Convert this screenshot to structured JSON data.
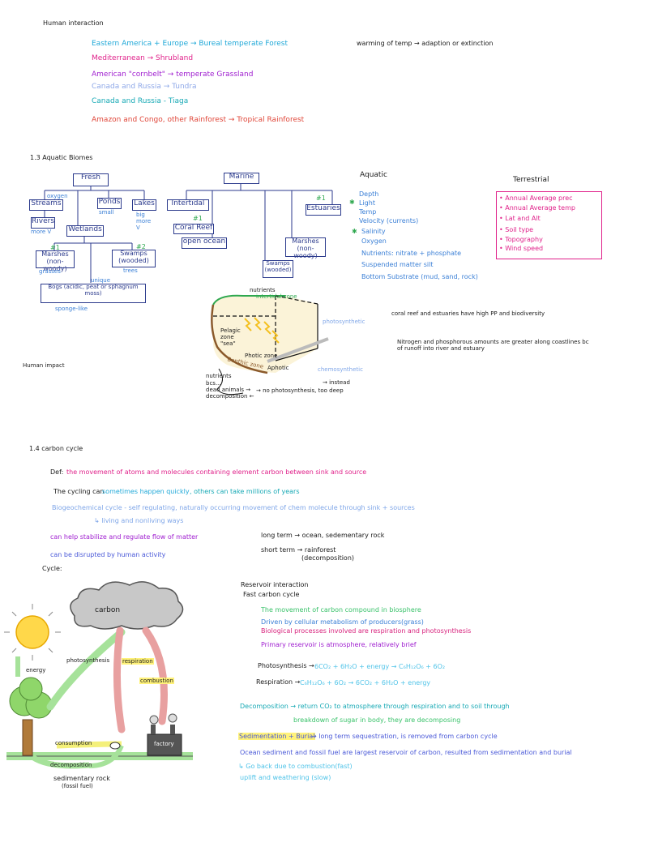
{
  "human_interaction": {
    "heading": "Human interaction",
    "lines": [
      "Eastern America + Europe → Bureal temperate Forest",
      "Mediterranean → Shrubland",
      "American \"cornbelt\" → temperate Grassland",
      "Canada and Russia → Tundra",
      "Canada and Russia - Tiaga",
      "Amazon and Congo, other Rainforest → Tropical Rainforest"
    ],
    "warming_note": "warming of temp → adaption or extinction"
  },
  "aquatic_biomes": {
    "heading": "1.3 Aquatic Biomes",
    "fresh": {
      "root": "Fresh",
      "streams": "Streams",
      "streams_note": "oxygen",
      "rivers": "Rivers",
      "rivers_note": "more V",
      "ponds": "Ponds",
      "ponds_note": "small",
      "lakes": "Lakes",
      "lakes_note": "big more V",
      "wetlands": "Wetlands",
      "marshes": "Marshes (non-woody)",
      "marshes_rank": "#1",
      "marshes_note": "grasses",
      "swamps": "Swamps (wooded)",
      "swamps_rank": "#2",
      "swamps_note": "trees",
      "bogs": "Bogs (acidic, peat or sphagnum moss)",
      "bogs_note": "unique",
      "bogs_note2": "sponge-like"
    },
    "marine": {
      "root": "Marine",
      "intertidal": "Intertidal",
      "coral_reef": "Coral Reef",
      "coral_rank": "#1",
      "open_ocean": "open ocean",
      "swamps": "Swamps (wooded)",
      "marshes": "Marshes (non-woody)",
      "estuaries": "Estuaries",
      "estuaries_rank": "#1"
    },
    "aquatic_factors_title": "Aquatic",
    "aquatic_factors": [
      "Depth",
      "Light",
      "Temp",
      "Velocity (currents)",
      "Salinity",
      "Oxygen",
      "Nutrients: nitrate + phosphate",
      "Suspended matter silt",
      "Bottom Substrate (mud, sand, rock)"
    ],
    "terrestrial_title": "Terrestrial",
    "terrestrial_factors": [
      "• Annual Average prec",
      "• Annual Average temp",
      "• Lat and Alt",
      "• Soil type",
      "• Topography",
      "• Wind speed"
    ],
    "ocean_diagram": {
      "nutrients_top": "nutrients",
      "intertidal_zone": "intertidal zone",
      "pelagic": "Pelagic zone \"sea\"",
      "photic": "Photic zone",
      "aphotic": "Aphotic",
      "benthic": "Benthic zone",
      "photosynthetic": "photosynthetic",
      "chemosynthetic": "chemosynthetic",
      "left_notes": [
        "nutrients",
        "bcs...",
        "dead animals →",
        "decomposition ←"
      ],
      "no_ps": "→ no photosynthesis, too deep",
      "instead": "→ instead"
    },
    "coral_note": "coral reef and estuaries have high PP and biodiversity",
    "nitrogen_note": "Nitrogen and phosphorous amounts are greater along coastlines bc of runoff into river and estuary",
    "human_impact": "Human impact"
  },
  "carbon_cycle": {
    "heading": "1.4 carbon cycle",
    "def_label": "Def:",
    "definition": "the movement of atoms and molecules containing element carbon between sink and source",
    "cycling_prefix": "The cycling can",
    "cycling_fast": "sometimes happen quickly",
    "cycling_slow": ", others can take millions of years",
    "biogeo": "Biogeochemical cycle - self regulating, naturally occurring movement of chem molecule through sink + sources",
    "biogeo_sub": "↳ living and nonliving ways",
    "stabilize": "can help stabilize and regulate flow of matter",
    "disrupted": "can be disrupted by human activity",
    "long_term": "long term → ocean, sedementary rock",
    "short_term": "short term → rainforest",
    "short_term_sub": "(decomposition)",
    "cycle_label": "Cycle:",
    "diagram": {
      "cloud": "carbon",
      "energy": "energy",
      "photosynthesis": "photosynthesis",
      "respiration": "respiration",
      "combustion": "combustion",
      "consumption": "consumption",
      "factory": "factory",
      "decomposition": "decomposition",
      "sedimentary": "sedimentary rock",
      "fossil": "(fossil fuel)"
    },
    "reservoir_title": "Reservoir interaction",
    "fast_cycle": "Fast carbon cycle",
    "fast_points": [
      "The movement of carbon compound in biosphere",
      "Driven by cellular metabolism of producers(grass)",
      "Biological processes involved are respiration and photosynthesis",
      "Primary reservoir is atmosphere, relatively brief"
    ],
    "photosynthesis_eq_label": "Photosynthesis →",
    "photosynthesis_eq": "6CO₂ + 6H₂O + energy → C₆H₁₂O₆ + 6O₂",
    "respiration_eq_label": "Respiration →",
    "respiration_eq": "C₆H₁₂O₆ + 6O₂ → 6CO₂ + 6H₂O + energy",
    "decomposition_line": "Decomposition → return CO₂ to atmosphere through respiration and to soil through",
    "decomposition_line2": "breakdown of sugar in body, they are decomposing",
    "sedimentation_label": "Sedimentation + Burial",
    "sedimentation_text": "→ long term sequestration, is removed from carbon cycle",
    "ocean_sediment": "Ocean sediment and fossil fuel are largest reservoir of carbon, resulted from sedimentation and burial",
    "go_back": "↳ Go back due to combustion(fast)",
    "uplift": "uplift and weathering (slow)"
  },
  "colors": {
    "navy": "#2b3a8c",
    "pink": "#e0218a",
    "cyan": "#1fa8d8",
    "green": "#2fa84f",
    "purple": "#a020d0"
  }
}
